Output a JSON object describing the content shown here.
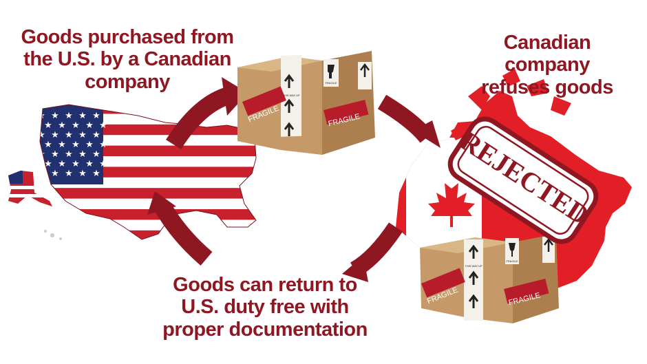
{
  "colors": {
    "accent": "#8f1722",
    "flag_red": "#c8202d",
    "flag_blue": "#21306e",
    "canada_red": "#e21f26",
    "box_tan": "#c9a06c"
  },
  "captions": {
    "top_left": "Goods purchased from the U.S. by a Canadian company",
    "top_right": "Canadian company refuses goods",
    "bottom": "Goods can return to U.S. duty free with proper documentation"
  },
  "stamp": {
    "text": "REJECTED"
  },
  "box_labels": {
    "fragile": "FRAGILE",
    "this_way_up": "THIS WAY UP",
    "small_fragile": "FRAGILE"
  },
  "icons": [
    "usa-flag-map",
    "canada-flag-map",
    "package-box",
    "curved-arrow",
    "rejected-stamp",
    "maple-leaf-icon",
    "wineglass-icon",
    "up-arrow-icon"
  ]
}
